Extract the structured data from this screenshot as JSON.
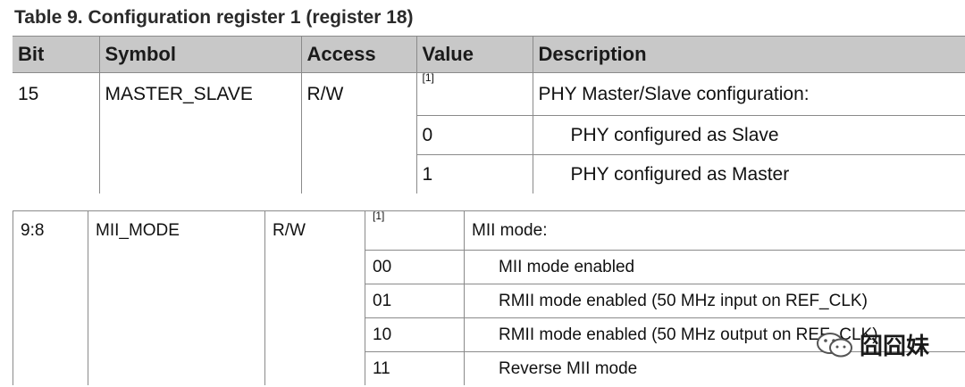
{
  "title": "Table 9.  Configuration register 1 (register 18)",
  "table1": {
    "headers": [
      "Bit",
      "Symbol",
      "Access",
      "Value",
      "Description"
    ],
    "field": {
      "bit": "15",
      "symbol": "MASTER_SLAVE",
      "access": "R/W",
      "note": "[1]",
      "description": "PHY Master/Slave configuration:"
    },
    "rows": [
      {
        "value": "0",
        "description": "PHY configured as Slave"
      },
      {
        "value": "1",
        "description": "PHY configured as Master"
      }
    ]
  },
  "table2": {
    "field": {
      "bit": "9:8",
      "symbol": "MII_MODE",
      "access": "R/W",
      "note": "[1]",
      "description": "MII mode:"
    },
    "rows": [
      {
        "value": "00",
        "description": "MII mode enabled"
      },
      {
        "value": "01",
        "description": "RMII mode enabled (50 MHz input on REF_CLK)"
      },
      {
        "value": "10",
        "description": "RMII mode enabled (50 MHz output on REF_CLK)"
      },
      {
        "value": "11",
        "description": "Reverse MII mode"
      }
    ]
  },
  "watermark": {
    "icon": "wechat-icon",
    "text": "囧囧妹"
  }
}
